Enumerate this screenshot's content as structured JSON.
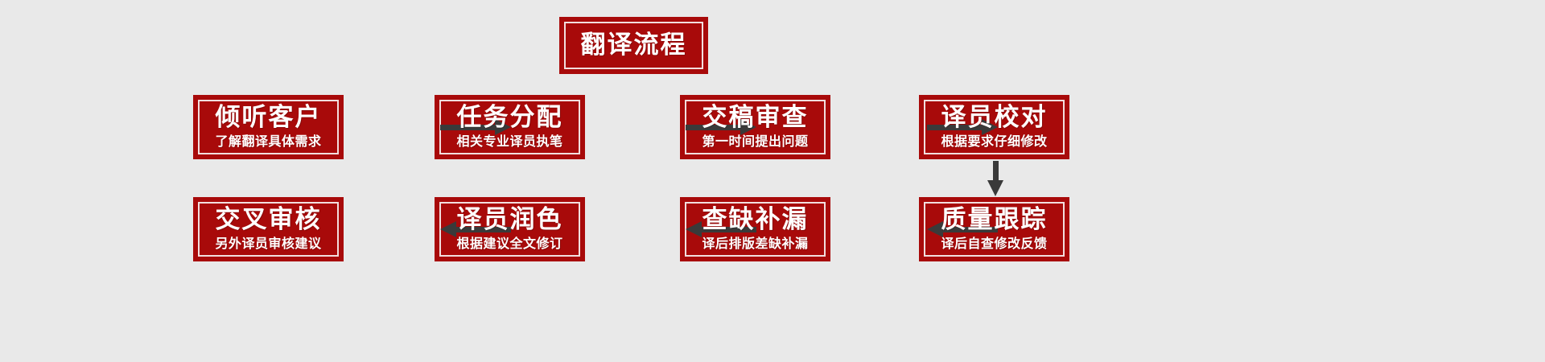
{
  "background_color": "#e9e9e9",
  "box_color": "#a80a0a",
  "box_inner_border_color": "#f2dede",
  "arrow_color": "#3a3a3a",
  "text_color": "#ffffff",
  "title": {
    "label": "翻译流程"
  },
  "nodes": [
    {
      "id": "listen-customer",
      "title": "倾听客户",
      "subtitle": "了解翻译具体需求",
      "row": 1,
      "order": 1
    },
    {
      "id": "task-assignment",
      "title": "任务分配",
      "subtitle": "相关专业译员执笔",
      "row": 1,
      "order": 2
    },
    {
      "id": "draft-review",
      "title": "交稿审查",
      "subtitle": "第一时间提出问题",
      "row": 1,
      "order": 3
    },
    {
      "id": "translator-proof",
      "title": "译员校对",
      "subtitle": "根据要求仔细修改",
      "row": 1,
      "order": 4
    },
    {
      "id": "quality-tracking",
      "title": "质量跟踪",
      "subtitle": "译后自查修改反馈",
      "row": 2,
      "order": 5
    },
    {
      "id": "gap-filling",
      "title": "查缺补漏",
      "subtitle": "译后排版差缺补漏",
      "row": 2,
      "order": 6
    },
    {
      "id": "translator-polish",
      "title": "译员润色",
      "subtitle": "根据建议全文修订",
      "row": 2,
      "order": 7
    },
    {
      "id": "cross-review",
      "title": "交叉审核",
      "subtitle": "另外译员审核建议",
      "row": 2,
      "order": 8
    }
  ],
  "arrows": [
    {
      "id": "arrow-1-2",
      "direction": "right",
      "from": "listen-customer",
      "to": "task-assignment"
    },
    {
      "id": "arrow-2-3",
      "direction": "right",
      "from": "task-assignment",
      "to": "draft-review"
    },
    {
      "id": "arrow-3-4",
      "direction": "right",
      "from": "draft-review",
      "to": "translator-proof"
    },
    {
      "id": "arrow-4-5",
      "direction": "down",
      "from": "translator-proof",
      "to": "quality-tracking"
    },
    {
      "id": "arrow-5-6",
      "direction": "left",
      "from": "quality-tracking",
      "to": "gap-filling"
    },
    {
      "id": "arrow-6-7",
      "direction": "left",
      "from": "gap-filling",
      "to": "translator-polish"
    },
    {
      "id": "arrow-7-8",
      "direction": "left",
      "from": "translator-polish",
      "to": "cross-review"
    }
  ]
}
